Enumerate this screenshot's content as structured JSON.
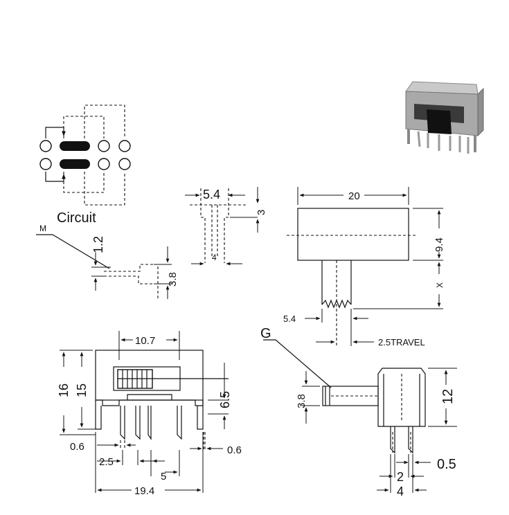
{
  "circuit": {
    "label": "Circuit"
  },
  "top_left": {
    "marker_m": "M",
    "dim_1_2": "1.2",
    "dim_3_8": "3.8"
  },
  "knob_view": {
    "dim_5_4": "5.4",
    "dim_3": "3",
    "dim_4": "4"
  },
  "top_view": {
    "dim_20": "20",
    "dim_9_4": "9.4",
    "dim_x": "X",
    "dim_5_4": "5.4",
    "travel": "2.5TRAVEL"
  },
  "front_view": {
    "dim_10_7": "10.7",
    "dim_16": "16",
    "dim_15": "15",
    "dim_6_5": "6.5",
    "dim_0_6_left": "0.6",
    "dim_0_6_right": "0.6",
    "dim_2_5": "2.5",
    "dim_5": "5",
    "dim_19_4": "19.4"
  },
  "side_view": {
    "marker_g": "G",
    "dim_3_8": "3.8",
    "dim_12": "12",
    "dim_0_5": "0.5",
    "dim_2": "2",
    "dim_4": "4"
  }
}
